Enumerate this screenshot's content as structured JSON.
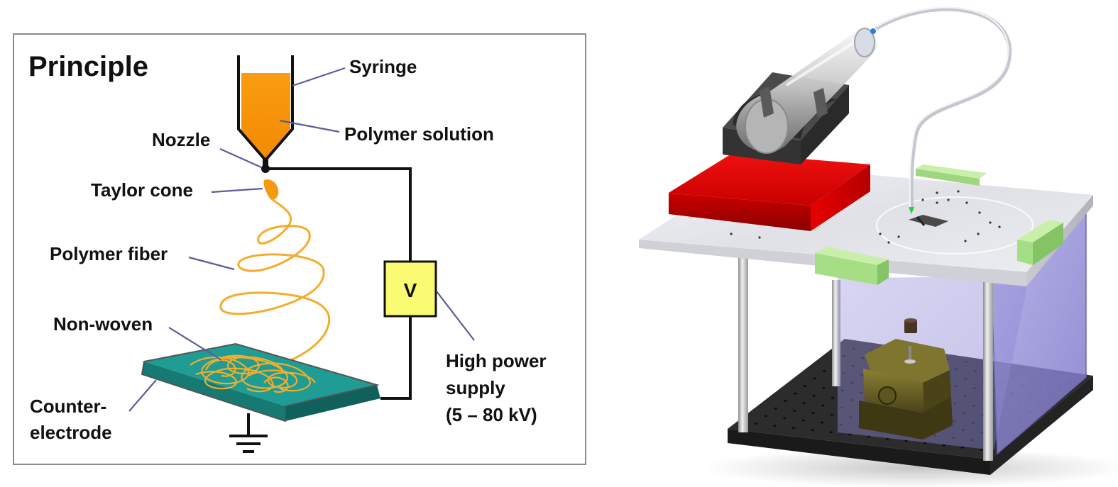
{
  "principle_panel": {
    "title": "Principle",
    "labels": {
      "syringe": "Syringe",
      "polymer_solution": "Polymer solution",
      "nozzle": "Nozzle",
      "taylor_cone": "Taylor cone",
      "polymer_fiber": "Polymer fiber",
      "non_woven": "Non-woven",
      "counter_electrode_line1": "Counter-",
      "counter_electrode_line2": "electrode",
      "voltmeter": "V",
      "power_line1": "High power",
      "power_line2": "supply",
      "power_line3": "(5 – 80 kV)"
    },
    "colors": {
      "polymer_solution": "#f7960c",
      "fiber": "#f4ad2a",
      "collector": "#1f9c94",
      "voltmeter": "#fbfb73",
      "leader": "#5c5c99",
      "wire": "#111111",
      "frame": "#8a8a8a"
    }
  },
  "apparatus_render": {
    "colors": {
      "pump_base": "#d40000",
      "pump_cradle": "#3e3e3e",
      "top_plate": "#e4e5ea",
      "enclosure": "#8c86d4",
      "clamp": "#a9e38b",
      "breadboard": "#2c2c2c",
      "stage": "#6b6224",
      "posts": "#c4c4c4",
      "tube": "#d6d8dc"
    }
  }
}
